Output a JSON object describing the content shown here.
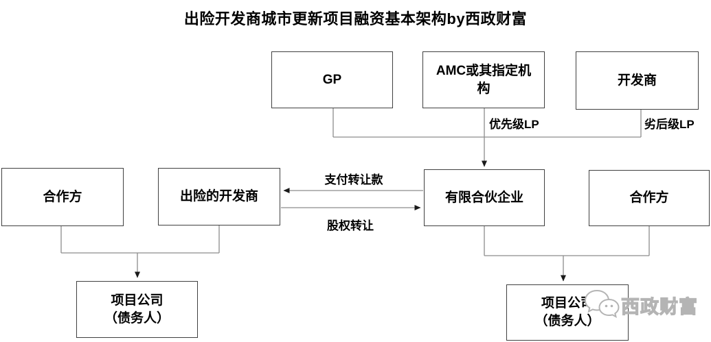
{
  "title": "出险开发商城市更新项目融资基本架构by西政财富",
  "boxes": {
    "gp": "GP",
    "amc": "AMC或其指定机构",
    "developer": "开发商",
    "partner_left": "合作方",
    "distressed_developer": "出险的开发商",
    "limited_partnership": "有限合伙企业",
    "partner_right": "合作方",
    "project_company_left_line1": "项目公司",
    "project_company_left_line2": "（债务人）",
    "project_company_right_line1": "项目公司",
    "project_company_right_line2": "（债务人）"
  },
  "edge_labels": {
    "senior_lp": "优先级LP",
    "junior_lp": "劣后级LP",
    "pay_transfer": "支付转让款",
    "equity_transfer": "股权转让"
  },
  "watermark": {
    "brand": "西政财富",
    "icon": "wechat-chat-bubbles-icon"
  },
  "colors": {
    "background": "#ffffff",
    "box_border": "#3f3f3f",
    "connector": "#8c8c8c",
    "arrowhead": "#1a1a1a",
    "text": "#000000",
    "watermark": "#b4b4b4"
  }
}
